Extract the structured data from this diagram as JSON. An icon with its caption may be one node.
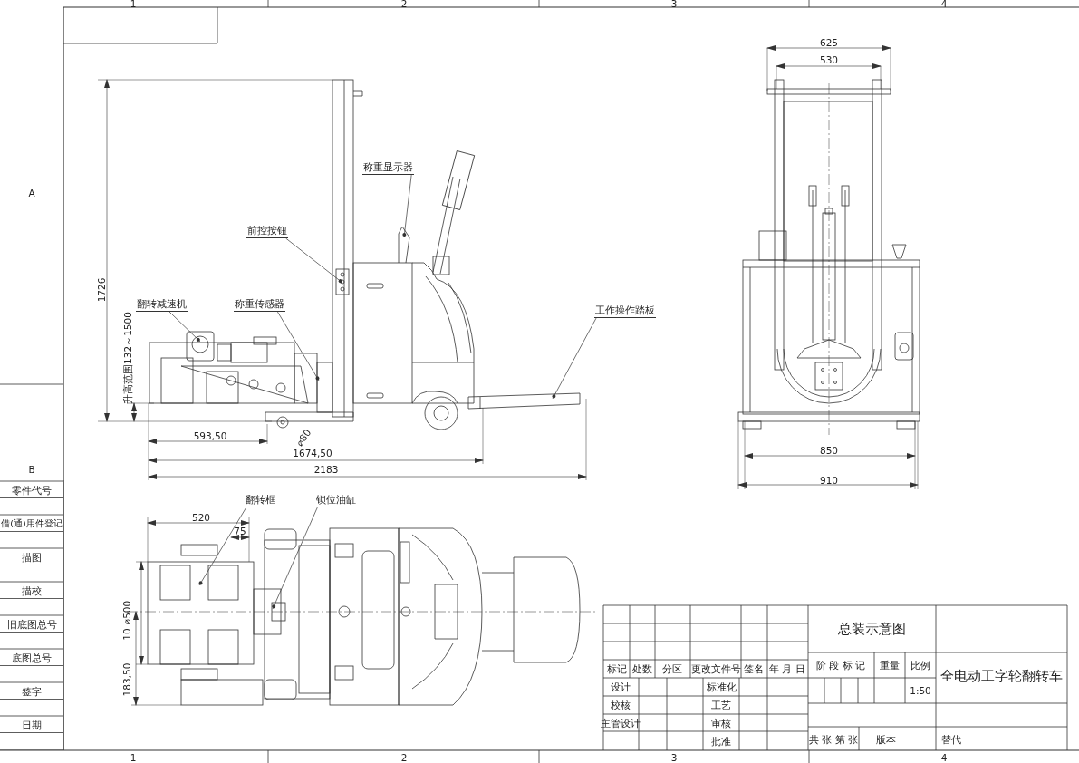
{
  "diagram": {
    "nodes": [
      {
        "text": [
          "称重显示器"
        ]
      },
      {
        "text": [
          "前控按钮"
        ]
      },
      {
        "text": [
          "翻转减速机"
        ]
      },
      {
        "text": [
          "称重传感器"
        ]
      },
      {
        "text": [
          "工作操作踏板"
        ]
      },
      {
        "text": [
          "翻转框"
        ]
      },
      {
        "text": [
          "锁位油缸"
        ]
      }
    ],
    "edges": [
      {
        "from": 0,
        "to": null,
        "arrow": "other"
      },
      {
        "from": 1,
        "to": null,
        "arrow": "other"
      },
      {
        "from": 2,
        "to": null,
        "arrow": "other"
      },
      {
        "from": 3,
        "to": null,
        "arrow": "other"
      },
      {
        "from": 4,
        "to": null,
        "arrow": "other"
      },
      {
        "from": 5,
        "to": null,
        "arrow": "other"
      },
      {
        "from": 6,
        "to": null,
        "arrow": "other"
      }
    ],
    "labels": [
      "1",
      "2",
      "3",
      "4",
      "A",
      "625",
      "530",
      "1726",
      "升高范围132～1500",
      "593,50",
      "⌀80",
      "1674,50",
      "2183",
      "850",
      "910",
      "B",
      "零件代号",
      "520",
      "75",
      "借(通)用件登记",
      "描图",
      "描校",
      "⌀500",
      "10",
      "旧底图总号",
      "底图总号",
      "183,50",
      "签字",
      "日期",
      "总装示意图",
      "标记",
      "处数",
      "分区",
      "更改文件号",
      "签名",
      "年 月 日",
      "阶 段 标 记",
      "重量",
      "比例",
      "全电动工字轮翻转车",
      "设计",
      "标准化",
      "1:50",
      "校核",
      "工艺",
      "主管设计",
      "审核",
      "批准",
      "共 张 第 张",
      "版本",
      "替代",
      "1",
      "2",
      "3",
      "4"
    ]
  }
}
